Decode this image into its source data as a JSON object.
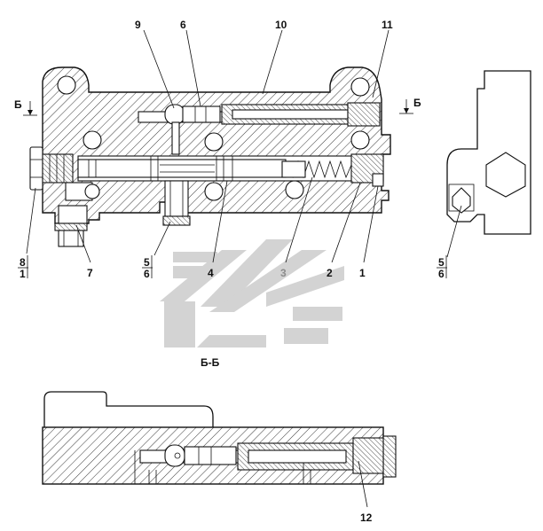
{
  "section_title": "Б-Б",
  "section_marks": {
    "left": "Б",
    "right": "Б"
  },
  "callouts": {
    "p1": "1",
    "p2": "2",
    "p3": "3",
    "p4": "4",
    "p56_left_top": "5",
    "p56_left_bottom": "6",
    "p6_top": "6",
    "p7": "7",
    "p81_top": "8",
    "p81_bottom": "1",
    "p9": "9",
    "p10": "10",
    "p11": "11",
    "p12": "12",
    "p56_right_top": "5",
    "p56_right_bottom": "6"
  },
  "colors": {
    "line": "#111111",
    "watermark": "#c8c8c8",
    "callout_highlight": "#8c8c8c"
  },
  "watermark": {
    "description_icon": "logo-watermark"
  }
}
